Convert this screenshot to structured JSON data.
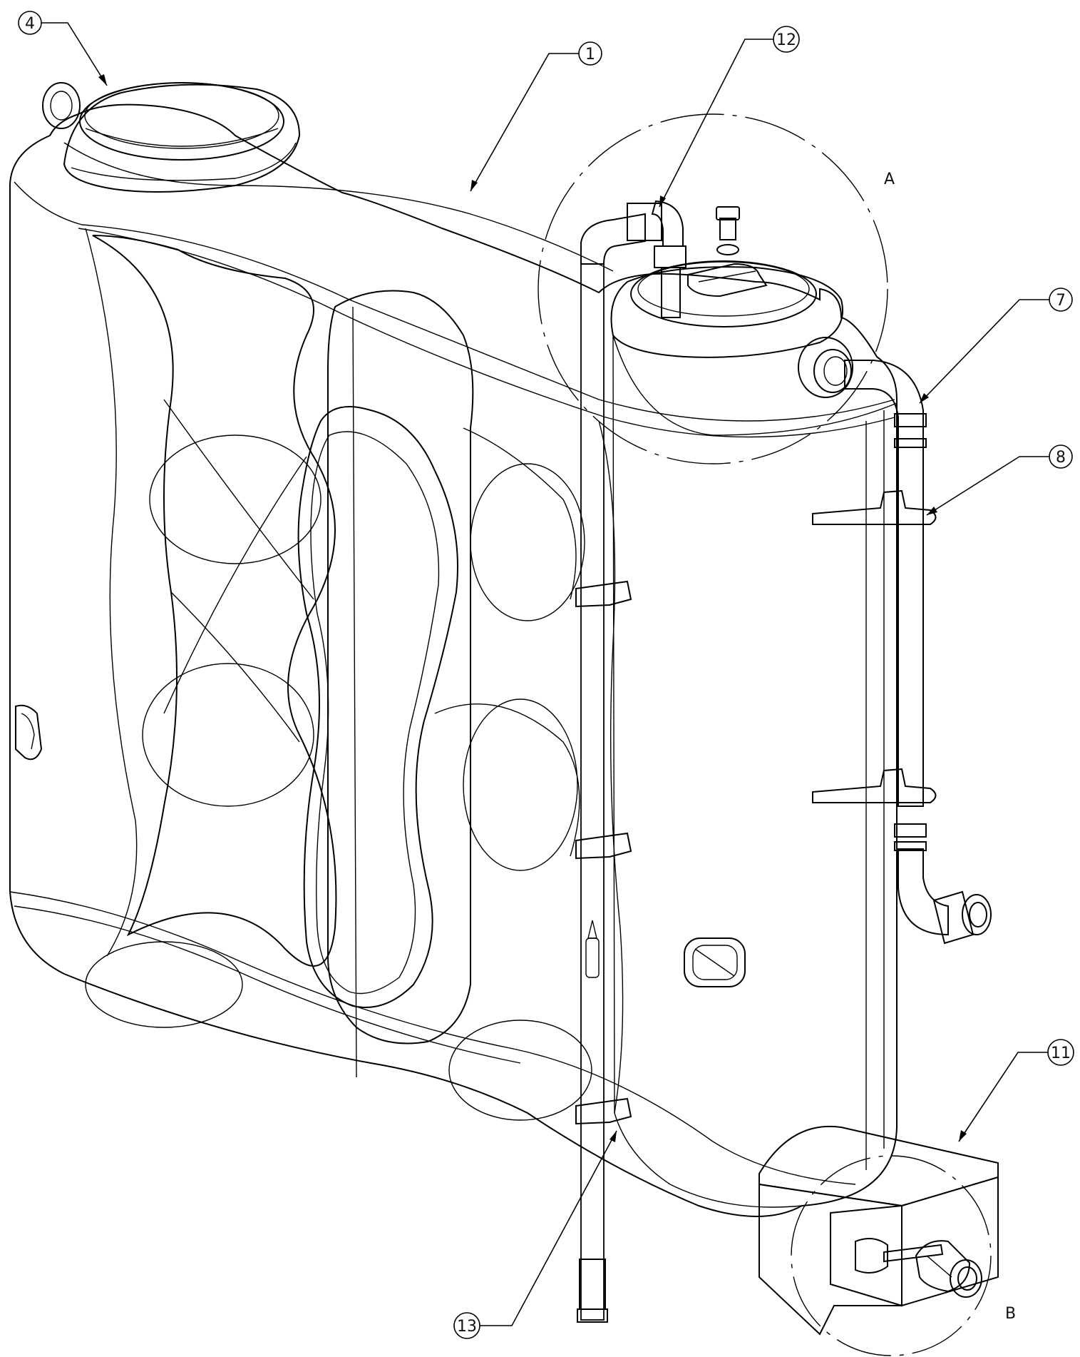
{
  "colors": {
    "tank": "#1036e8",
    "tank_dark": "#081f9a",
    "tank_light": "#4a6cff",
    "lid": "#222222",
    "pipe_white": "#f2f2f2",
    "level_tube": "#9fb8ff",
    "float": "#e08a3a",
    "box": "#2c2c2c"
  },
  "callouts": [
    {
      "id": "1",
      "label": "1"
    },
    {
      "id": "4",
      "label": "4"
    },
    {
      "id": "7",
      "label": "7"
    },
    {
      "id": "8",
      "label": "8"
    },
    {
      "id": "11",
      "label": "11"
    },
    {
      "id": "12",
      "label": "12"
    },
    {
      "id": "13",
      "label": "13"
    }
  ],
  "detail_views": [
    {
      "id": "A",
      "label": "A"
    },
    {
      "id": "B",
      "label": "B"
    }
  ]
}
